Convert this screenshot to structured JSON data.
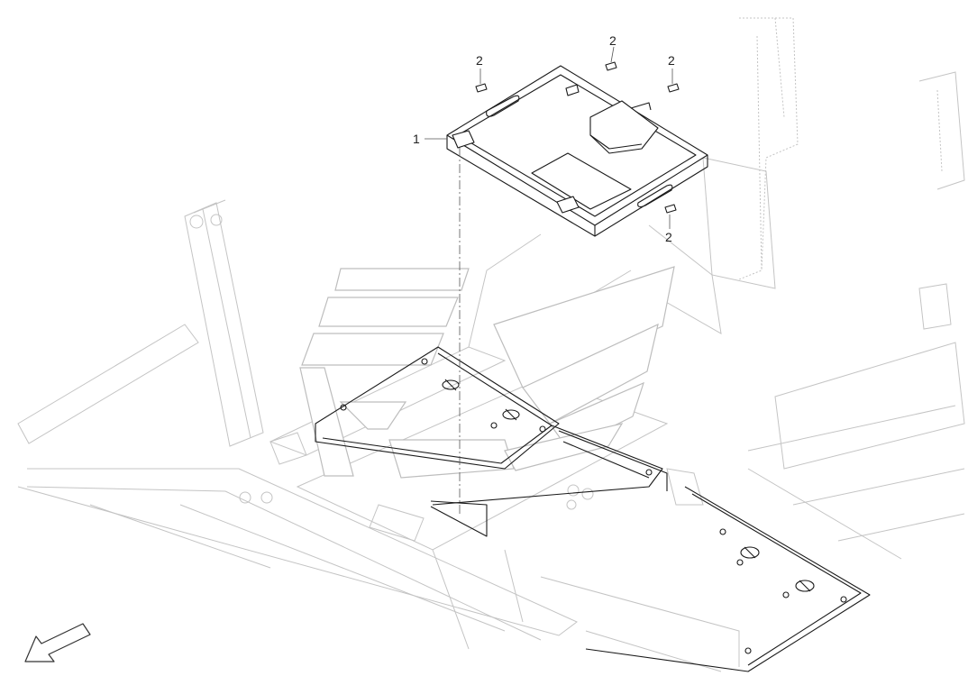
{
  "callouts": {
    "part_tray": "1",
    "pin_a": "2",
    "pin_b": "2",
    "pin_c": "2",
    "pin_d": "2"
  }
}
